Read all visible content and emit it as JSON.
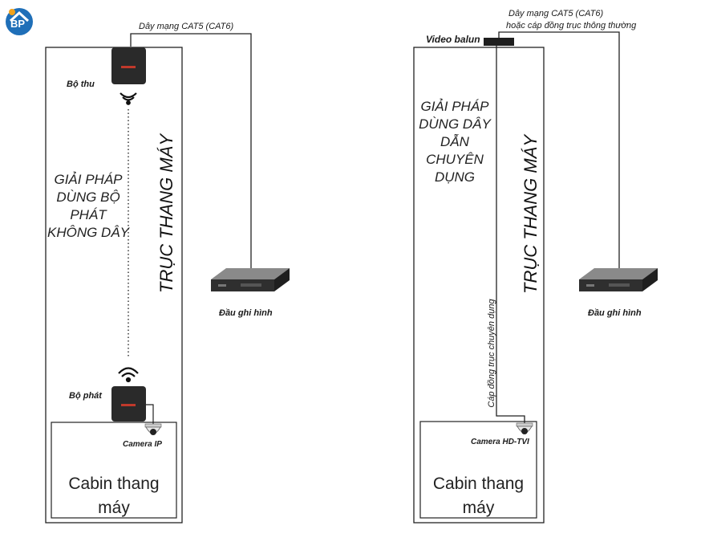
{
  "logo": {
    "text": "BP",
    "color": "#1f6fb8"
  },
  "left": {
    "cable_label": "Dây mạng CAT5 (CAT6)",
    "receiver_label": "Bộ thu",
    "transmitter_label": "Bộ phát",
    "camera_label": "Camera IP",
    "solution_lines": [
      "GIẢI PHÁP",
      "DÙNG BỘ",
      "PHÁT",
      "KHÔNG DÂY"
    ],
    "shaft_label": "TRỤC THANG MÁY",
    "recorder_label": "Đầu ghi hình",
    "cabin_lines": [
      "Cabin thang",
      "máy"
    ]
  },
  "right": {
    "cable_label_1": "Dây mạng CAT5 (CAT6)",
    "cable_label_2": "hoặc cáp đồng trục thông thường",
    "balun_label": "Video balun",
    "solution_lines": [
      "GIẢI PHÁP",
      "DÙNG DÂY",
      "DẪN",
      "CHUYÊN",
      "DỤNG"
    ],
    "shaft_label": "TRỤC THANG MÁY",
    "coax_label": "Cáp đồng trục chuyên dụng",
    "recorder_label": "Đầu ghi hình",
    "camera_label": "Camera HD-TVI",
    "cabin_lines": [
      "Cabin thang",
      "máy"
    ]
  }
}
